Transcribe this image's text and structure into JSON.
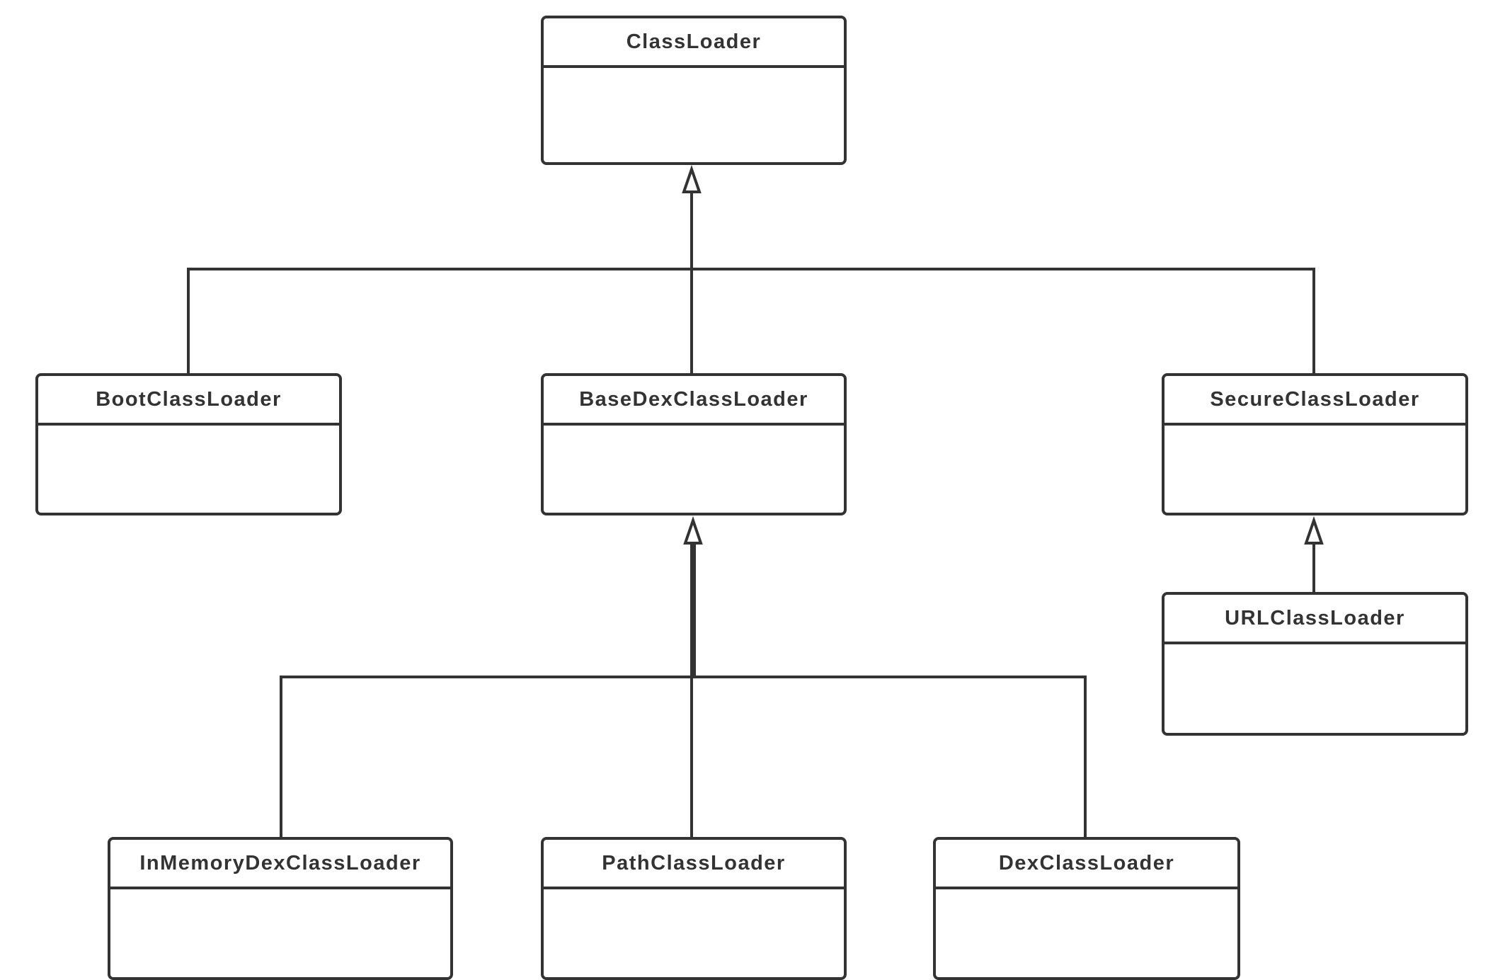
{
  "diagram": {
    "type": "uml-class-hierarchy",
    "line_color": "#333333",
    "background": "#ffffff",
    "classes": {
      "classloader": "ClassLoader",
      "bootclassloader": "BootClassLoader",
      "basedexclassloader": "BaseDexClassLoader",
      "secureclassloader": "SecureClassLoader",
      "urlclassloader": "URLClassLoader",
      "inmemorydexclassloader": "InMemoryDexClassLoader",
      "pathclassloader": "PathClassLoader",
      "dexclassloader": "DexClassLoader"
    },
    "relations": [
      {
        "child": "BootClassLoader",
        "parent": "ClassLoader",
        "kind": "inheritance"
      },
      {
        "child": "BaseDexClassLoader",
        "parent": "ClassLoader",
        "kind": "inheritance"
      },
      {
        "child": "SecureClassLoader",
        "parent": "ClassLoader",
        "kind": "inheritance"
      },
      {
        "child": "URLClassLoader",
        "parent": "SecureClassLoader",
        "kind": "inheritance"
      },
      {
        "child": "InMemoryDexClassLoader",
        "parent": "BaseDexClassLoader",
        "kind": "inheritance"
      },
      {
        "child": "PathClassLoader",
        "parent": "BaseDexClassLoader",
        "kind": "inheritance"
      },
      {
        "child": "DexClassLoader",
        "parent": "BaseDexClassLoader",
        "kind": "inheritance"
      }
    ]
  }
}
